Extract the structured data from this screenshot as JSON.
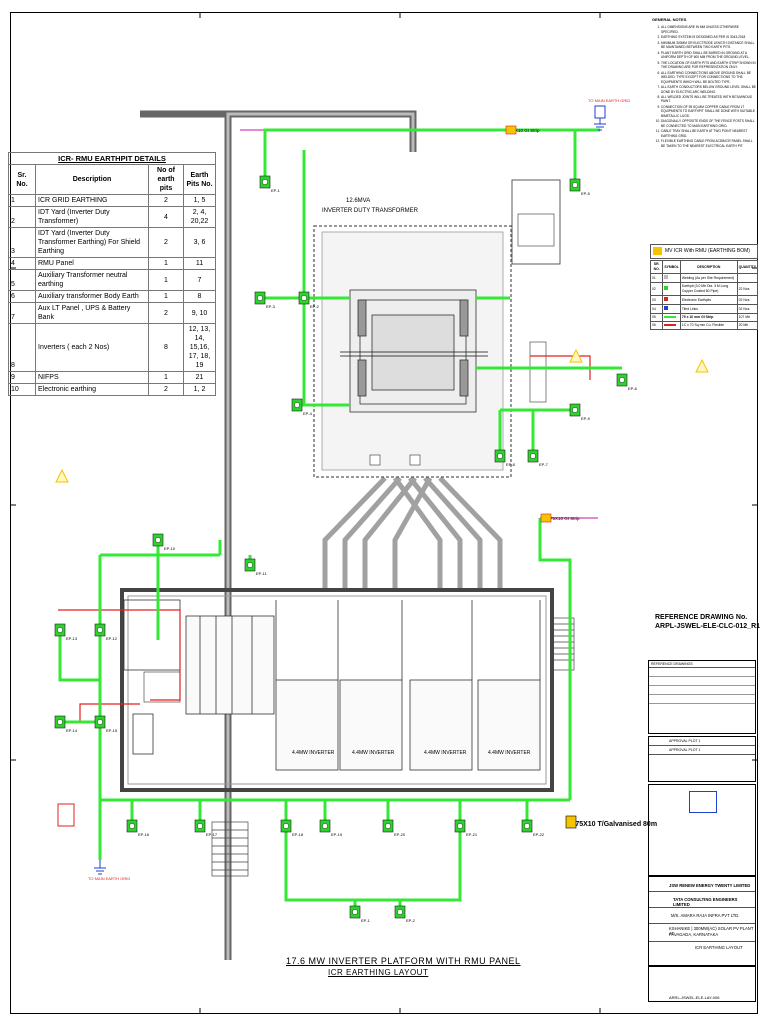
{
  "rmu_table": {
    "title": "ICR- RMU EARTHPIT DETAILS",
    "headers": [
      "Sr. No.",
      "Description",
      "No of earth pits",
      "Earth Pits No."
    ],
    "rows": [
      [
        "1",
        "ICR GRID EARTHING",
        "2",
        "1, 5"
      ],
      [
        "2",
        "IDT Yard (Inverter Duty Transformer)",
        "4",
        "2, 4, 20,22"
      ],
      [
        "3",
        "IDT Yard (Inverter Duty Transformer Earthing) For Shield Earthing",
        "2",
        "3, 6"
      ],
      [
        "4",
        "RMU Panel",
        "1",
        "11"
      ],
      [
        "5",
        "Auxiliary Transformer neutral earthing",
        "1",
        "7"
      ],
      [
        "6",
        "Auxiliary transformer Body Earth",
        "1",
        "8"
      ],
      [
        "7",
        "Aux LT Panel , UPS & Battery Bank",
        "2",
        "9, 10"
      ],
      [
        "8",
        "Inverters ( each 2 Nos)",
        "8",
        "12, 13, 14, 15,16, 17, 18, 19"
      ],
      [
        "9",
        "NIFPS",
        "1",
        "21"
      ],
      [
        "10",
        "Electronic earthing",
        "2",
        "1, 2"
      ]
    ]
  },
  "diagram": {
    "transformer_label": "12.6MVA",
    "transformer_sub": "INVERTER DUTY TRANSFORMER",
    "inverter_labels": [
      "4.4MW INVERTER",
      "4.4MW INVERTER",
      "4.4MW INVERTER",
      "4.4MW INVERTER"
    ],
    "conductor_labels": [
      "75X10 GI Strip",
      "75X10 GI Strip",
      "GI 75X10 T/Galvanised 80m"
    ],
    "earth_grid_tags": [
      "TO MAIN EARTH GRID",
      "TO MAIN EARTH GRID"
    ],
    "pit_labels": [
      "EP-1",
      "EP-2",
      "EP-3",
      "EP-4",
      "EP-5",
      "EP-6",
      "EP-7",
      "EP-8",
      "EP-9",
      "EP-10",
      "EP-11",
      "EP-12",
      "EP-13",
      "EP-14",
      "EP-15",
      "EP-16",
      "EP-17",
      "EP-18",
      "EP-19",
      "EP-20",
      "EP-21",
      "EP-22"
    ]
  },
  "title": {
    "main": "17.6 MW INVERTER PLATFORM WITH RMU PANEL",
    "sub": "ICR EARTHING LAYOUT"
  },
  "general_notes": {
    "heading": "GENERAL NOTES",
    "items": [
      "ALL DIMENSIONS ARE IN MM UNLESS OTHERWISE SPECIFIED.",
      "EARTHING SYSTEM IS DESIGNED AS PER IS 3043-2018",
      "MINIMUM 300MM OR ELECTRODE LENGTH DISTANCE SHALL BE MAINTAINED BETWEEN TWO EARTH PITS.",
      "PLANT EARTH GRID SHALL BE BURIED IN GROUND AT A UNIFORM DEPTH OF 600 MM FROM THE GROUND LEVEL.",
      "THE LOCATION OF EARTH PITS AND EARTH STRIP SHOWN IN THE DRAWING ARE FOR REPRESENTATION ONLY.",
      "ALL EARTHING CONNECTIONS ABOVE GROUND SHALL BE WELDED. TYPE EXCEPT FOR CONNECTIONS TO THE EQUIPMENTS WHICH WILL BE BOLTED TYPE.",
      "ALL EARTH CONDUCTORS BELOW GROUND LEVEL SHALL BE DONE BY ELECTRIC ARC WELDING.",
      "ALL WELDED JOINTS WILL BE TREATED WITH BITUMINOUS PAINT.",
      "CONNECTION OF 95 SQ.MM COPPER CABLE FROM LT EQUIPMENTS TO EARTHPIT SHALL BE DONE WITH SUITABLE BIMETALLIC LUGS.",
      "DIAGONALLY OPPOSITE ENDS OF THE FENCE POSTS SHALL BE CONNECTED TO MAIN EARTHING GRID.",
      "CABLE TRAY SHALL BE EARTH AT TWO POINT NEAREST EARTHING GRID.",
      "FLEXIBLE EARTHING CABLE FROM ACDB/ICR PANEL SHALL BE TAKEN TO THE NEAREST ELECTRICAL EARTH PIT."
    ]
  },
  "bom": {
    "title": "MV ICR With RMU (EARTHING BOM)",
    "headers": [
      "SR. NO.",
      "SYMBOL",
      "DESCRIPTION",
      "QUANTITY"
    ],
    "rows": [
      [
        "01",
        "",
        "Welding (As per Site Requirement)",
        ""
      ],
      [
        "02",
        "",
        "Earthpit (3.0 Mtr Dia. 3 M Long Copper Coated 80 Pipe)",
        "22 Nos"
      ],
      [
        "03",
        "",
        "Electronic Earthpits",
        "02 Nos"
      ],
      [
        "04",
        "",
        "Tiled Links",
        "02 Nos"
      ],
      [
        "05",
        "",
        "75 x 10 mm GI Strip",
        "107 Mtr"
      ],
      [
        "06",
        "",
        "1C x 70 Sq mm Cu. Flexible",
        "20 Mtr"
      ]
    ]
  },
  "reference": {
    "label": "REFERENCE DRAWING No.",
    "number": "ARPL-JSWEL-ELE-CLC-012_R1",
    "table_title": "REFERENCE DRAWINGS"
  },
  "title_block": {
    "client": "JSW RENEW ENERGY TWENTY LIMITED",
    "consultant": "TATA CONSULTING ENGINEERS LIMITED",
    "contractor": "M/S. AMARA RAJA INFRA PVT LTD.",
    "project_line1": "KSHANIKE | 300MW(AC) SOLAR PV PLANT AT",
    "project_line2": "PAVAGADA, KARNATAKA",
    "drawing_title": "ICR EARTHING LAYOUT",
    "drawing_no": "ARRL-JSWEL-ELE-LAY-006",
    "revisions": [
      "APPROVAL PLOT 1",
      "APPROVAL PLOT 1"
    ]
  },
  "colors": {
    "earth_strip": "#35e835",
    "earth_pit": "#2bd32b",
    "red_line": "#e02020",
    "pink": "#e060c0",
    "yellow": "#f5c300",
    "blue": "#2040d0"
  }
}
